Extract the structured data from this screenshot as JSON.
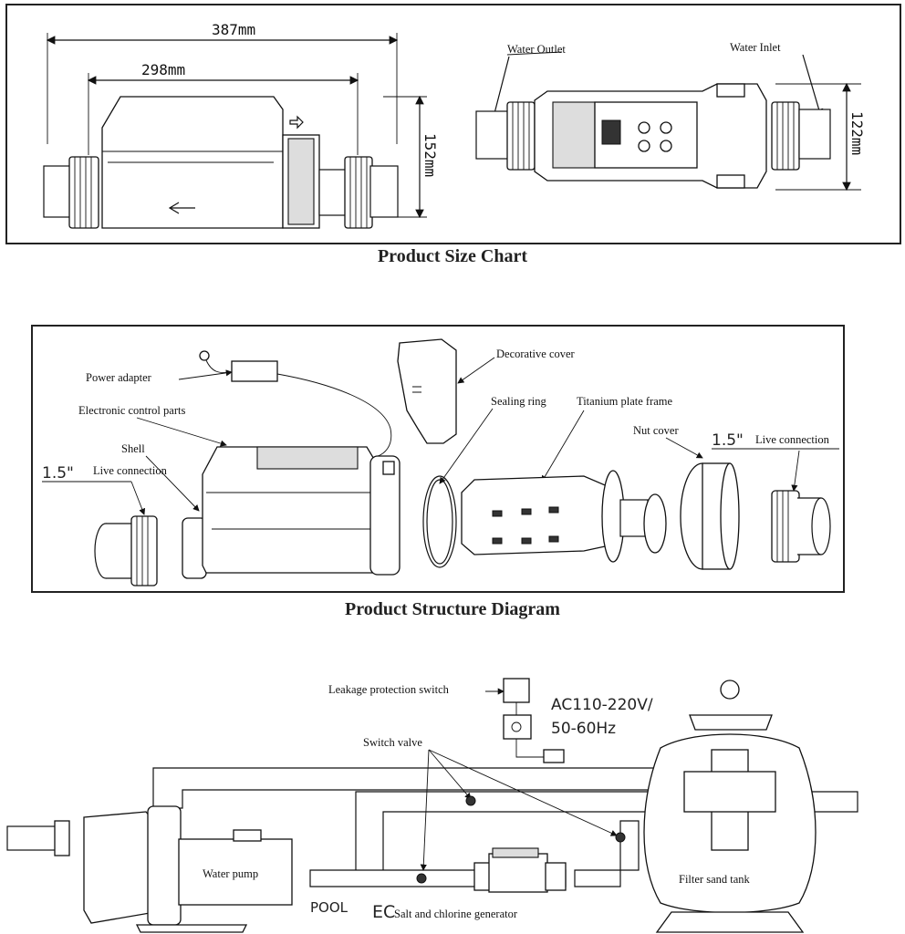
{
  "size_chart": {
    "dim_387": "387mm",
    "dim_298": "298mm",
    "dim_152": "152mm",
    "dim_122": "122mm",
    "water_outlet": "Water Outlet",
    "water_inlet": "Water Inlet",
    "caption": "Product Size Chart"
  },
  "structure": {
    "power_adapter": "Power adapter",
    "electronic_control": "Electronic control parts",
    "shell": "Shell",
    "live_size_left": "1.5\"",
    "live_conn_left": "Live connection",
    "decorative_cover": "Decorative cover",
    "sealing_ring": "Sealing ring",
    "titanium_frame": "Titanium plate frame",
    "nut_cover": "Nut cover",
    "live_size_right": "1.5\"",
    "live_conn_right": "Live connection",
    "caption": "Product Structure Diagram"
  },
  "install": {
    "leakage_switch": "Leakage protection switch",
    "voltage": "AC110-220V/",
    "frequency": "50-60Hz",
    "switch_valve": "Switch valve",
    "water_pump": "Water pump",
    "filter_tank": "Filter sand tank",
    "pool": "POOL",
    "ec": "EC",
    "generator": "Salt and chlorine generator"
  }
}
